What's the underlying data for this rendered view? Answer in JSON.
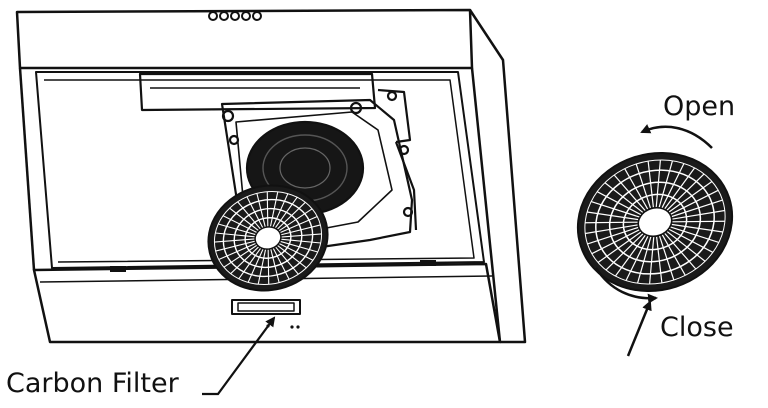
{
  "labels": {
    "open": "Open",
    "close": "Close",
    "carbon_filter": "Carbon Filter"
  },
  "colors": {
    "line": "#111111",
    "background": "#ffffff"
  },
  "icons": {
    "rotate_open": "curved-arrow-counterclockwise",
    "rotate_close": "curved-arrow-clockwise"
  }
}
